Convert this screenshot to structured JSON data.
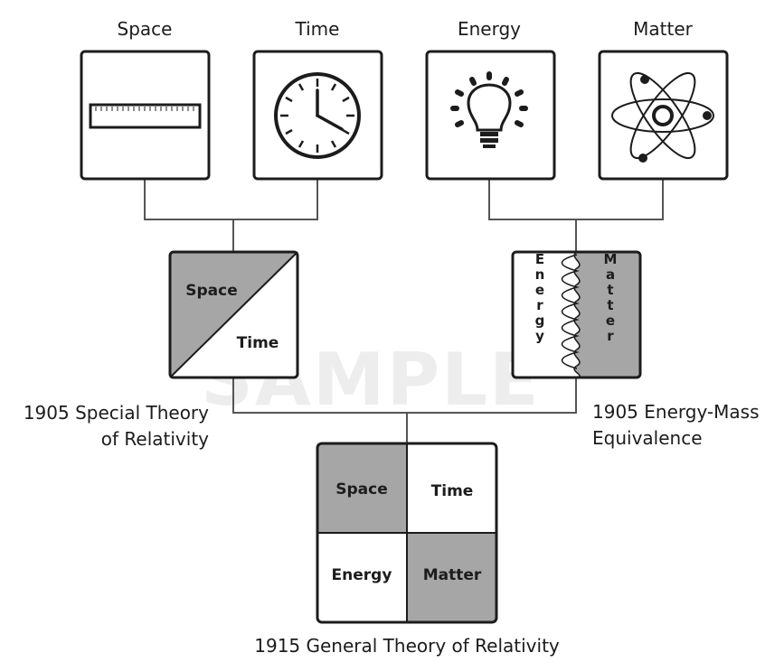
{
  "top_concepts": [
    {
      "label": "Space",
      "icon": "ruler-icon"
    },
    {
      "label": "Time",
      "icon": "clock-icon"
    },
    {
      "label": "Energy",
      "icon": "lightbulb-icon"
    },
    {
      "label": "Matter",
      "icon": "atom-icon"
    }
  ],
  "special_relativity": {
    "space": "Space",
    "time": "Time",
    "caption_line1": "1905 Special Theory",
    "caption_line2": "of Relativity"
  },
  "energy_mass": {
    "energy": "Energy",
    "matter": "Matter",
    "caption_line1": "1905 Energy-Mass",
    "caption_line2": "Equivalence"
  },
  "general_relativity": {
    "space": "Space",
    "time": "Time",
    "energy": "Energy",
    "matter": "Matter",
    "caption": "1915 General Theory of Relativity"
  },
  "watermark": "SAMPLE",
  "colors": {
    "shade": "#a6a6a6",
    "stroke": "#1c1c1c",
    "background": "#ffffff"
  }
}
